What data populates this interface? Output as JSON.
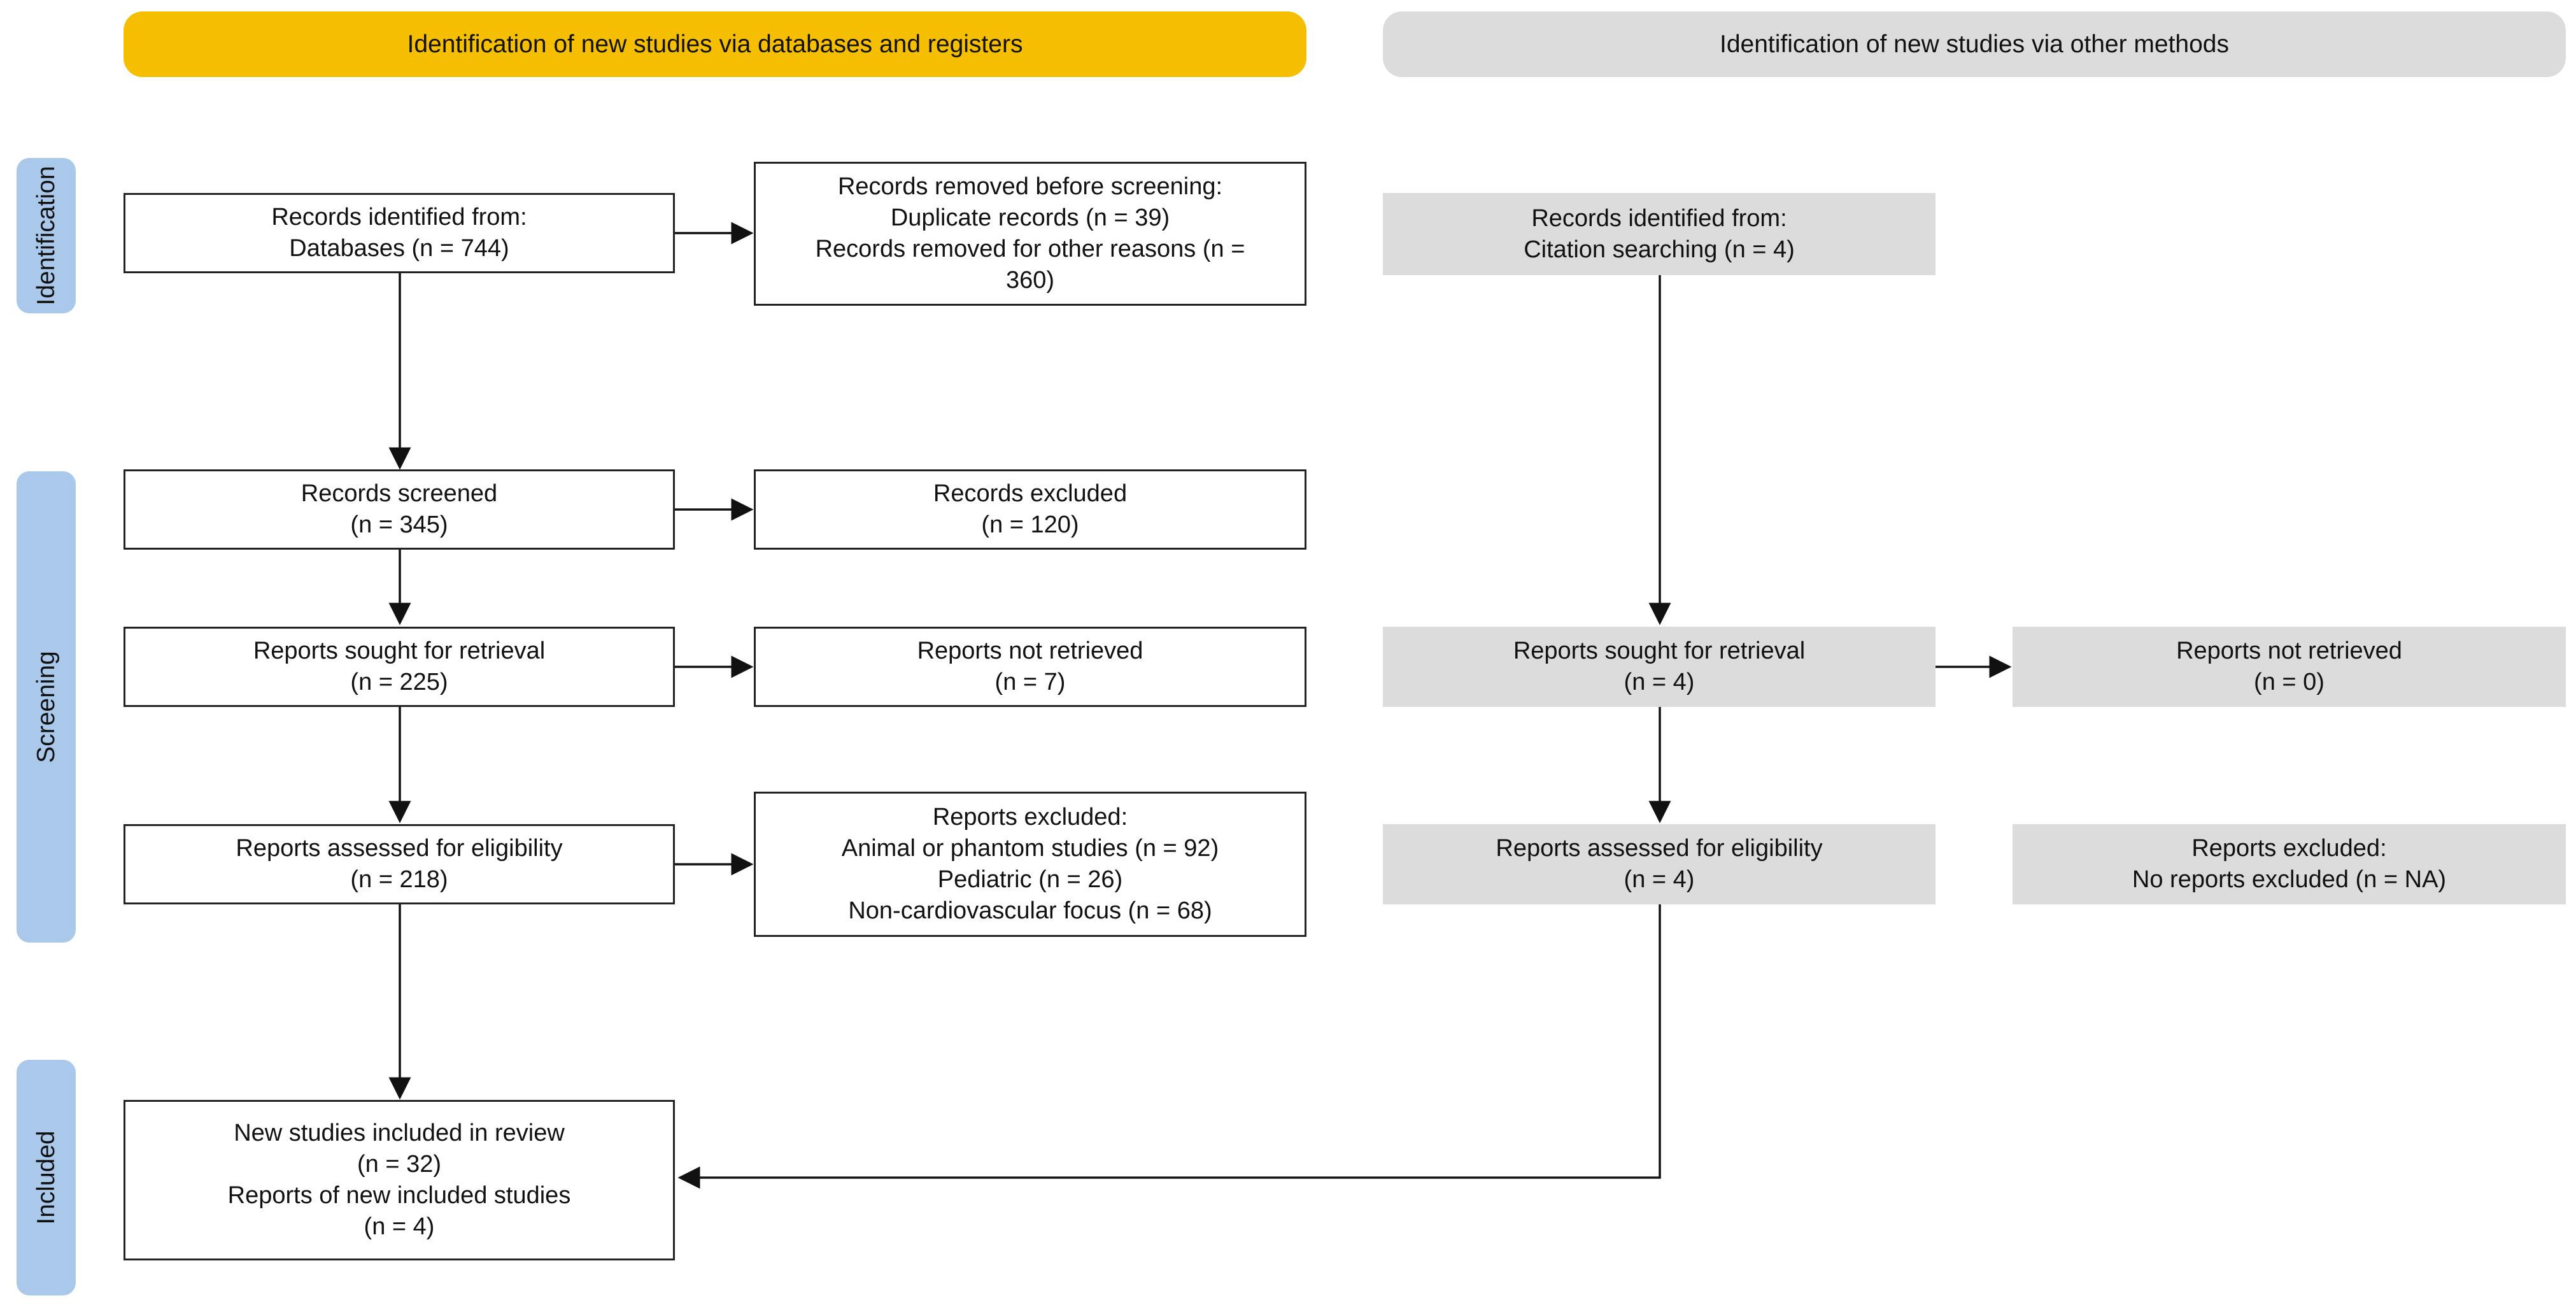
{
  "headers": {
    "left": "Identification of new studies via databases and registers",
    "right": "Identification of new studies via other methods"
  },
  "stages": {
    "identification": "Identification",
    "screening": "Screening",
    "included": "Included"
  },
  "db": {
    "identified": [
      "Records identified from:",
      "Databases (n = 744)"
    ],
    "removed": [
      "Records removed before screening:",
      "Duplicate records (n = 39)",
      "Records removed for other reasons (n =",
      "360)"
    ],
    "screened": [
      "Records screened",
      "(n = 345)"
    ],
    "excluded": [
      "Records excluded",
      "(n = 120)"
    ],
    "sought": [
      "Reports sought for retrieval",
      "(n = 225)"
    ],
    "not_retrieved": [
      "Reports not retrieved",
      "(n = 7)"
    ],
    "assessed": [
      "Reports assessed for eligibility",
      "(n = 218)"
    ],
    "reports_excluded": [
      "Reports excluded:",
      "Animal or phantom studies (n = 92)",
      "Pediatric (n = 26)",
      "Non-cardiovascular focus (n = 68)"
    ],
    "included": [
      "New studies included in review",
      "(n = 32)",
      "Reports of new included studies",
      "(n = 4)"
    ]
  },
  "other": {
    "identified": [
      "Records identified from:",
      "Citation searching (n = 4)"
    ],
    "sought": [
      "Reports sought for retrieval",
      "(n = 4)"
    ],
    "not_retrieved": [
      "Reports not retrieved",
      "(n = 0)"
    ],
    "assessed": [
      "Reports assessed for eligibility",
      "(n = 4)"
    ],
    "excluded": [
      "Reports excluded:",
      "No reports excluded (n = NA)"
    ]
  },
  "colors": {
    "left_header": "#f5bf00",
    "right_header": "#dcdcdc",
    "stage_label": "#a9c8ea",
    "other_box": "#dcdcdc",
    "border": "#222222"
  }
}
